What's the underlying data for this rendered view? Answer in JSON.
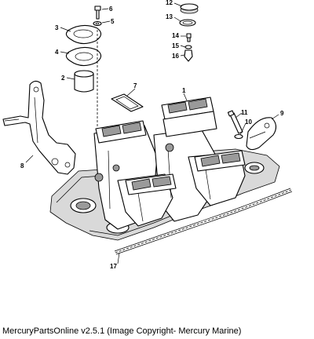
{
  "diagram": {
    "callouts": [
      "1",
      "2",
      "3",
      "4",
      "5",
      "6",
      "7",
      "8",
      "9",
      "10",
      "11",
      "12",
      "13",
      "14",
      "15",
      "16",
      "17"
    ]
  },
  "caption": "MercuryPartsOnline v2.5.1 (Image Copyright- Mercury Marine)"
}
